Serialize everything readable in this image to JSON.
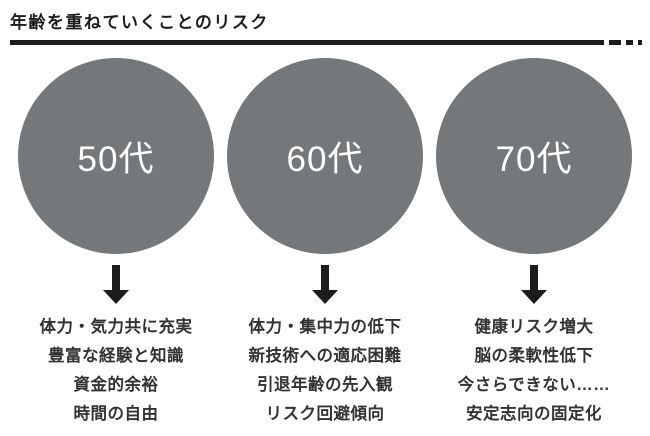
{
  "title": "年齢を重ねていくことのリスク",
  "colors": {
    "circle": "#75787b",
    "accent": "#1c1c1c",
    "text": "#333333"
  },
  "columns": [
    {
      "circle": "50代",
      "items": [
        "体力・気力共に充実",
        "豊富な経験と知識",
        "資金的余裕",
        "時間の自由"
      ]
    },
    {
      "circle": "60代",
      "items": [
        "体力・集中力の低下",
        "新技術への適応困難",
        "引退年齢の先入観",
        "リスク回避傾向"
      ]
    },
    {
      "circle": "70代",
      "items": [
        "健康リスク増大",
        "脳の柔軟性低下",
        "今さらできない……",
        "安定志向の固定化"
      ]
    }
  ]
}
